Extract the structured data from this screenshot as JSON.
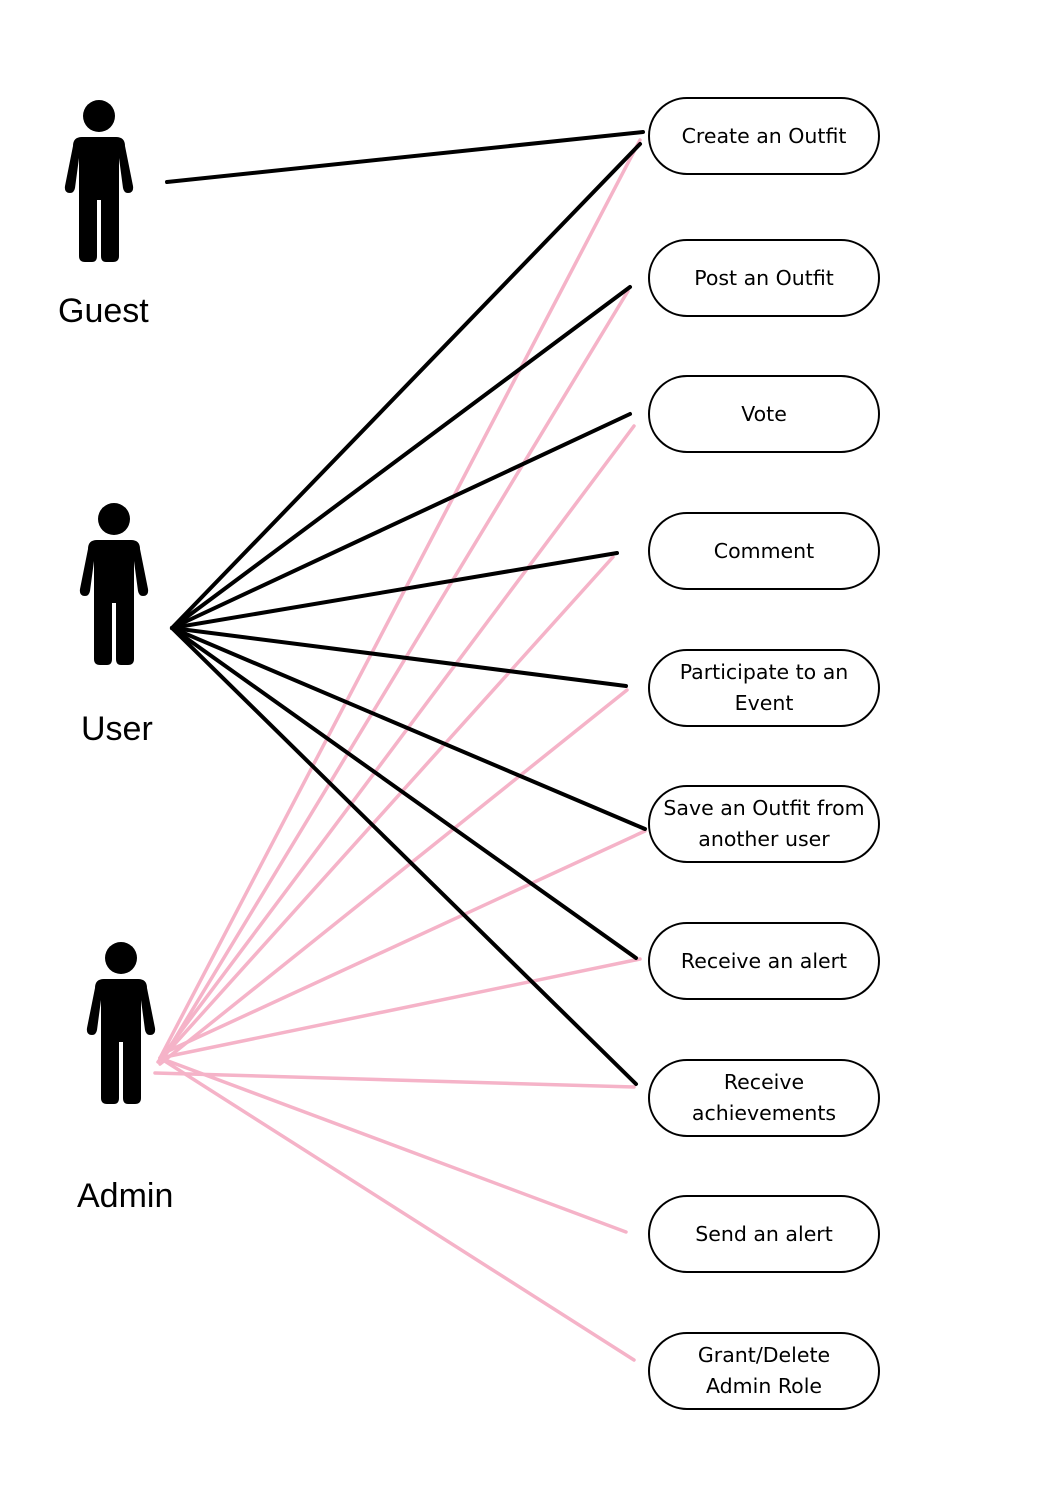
{
  "actors": [
    {
      "id": "guest",
      "label": "Guest",
      "icon": "person-icon"
    },
    {
      "id": "user",
      "label": "User",
      "icon": "person-icon"
    },
    {
      "id": "admin",
      "label": "Admin",
      "icon": "person-icon"
    }
  ],
  "use_cases": [
    {
      "id": "create-outfit",
      "label": "Create an Outfit"
    },
    {
      "id": "post-outfit",
      "label": "Post an Outfit"
    },
    {
      "id": "vote",
      "label": "Vote"
    },
    {
      "id": "comment",
      "label": "Comment"
    },
    {
      "id": "participate-event",
      "label": "Participate to an Event"
    },
    {
      "id": "save-outfit",
      "label": "Save an Outfit from another user"
    },
    {
      "id": "receive-alert",
      "label": "Receive an alert"
    },
    {
      "id": "receive-achievements",
      "label": "Receive achievements"
    },
    {
      "id": "send-alert",
      "label": "Send an alert"
    },
    {
      "id": "grant-admin",
      "label": "Grant/Delete Admin Role"
    }
  ],
  "associations": {
    "guest": [
      "create-outfit"
    ],
    "user": [
      "create-outfit",
      "post-outfit",
      "vote",
      "comment",
      "participate-event",
      "save-outfit",
      "receive-alert",
      "receive-achievements"
    ],
    "admin": [
      "create-outfit",
      "post-outfit",
      "vote",
      "comment",
      "participate-event",
      "save-outfit",
      "receive-alert",
      "receive-achievements",
      "send-alert",
      "grant-admin"
    ]
  },
  "colors": {
    "guest_line": "#000000",
    "user_line": "#000000",
    "admin_line": "#f5b3c8",
    "actor_fill": "#000000"
  }
}
